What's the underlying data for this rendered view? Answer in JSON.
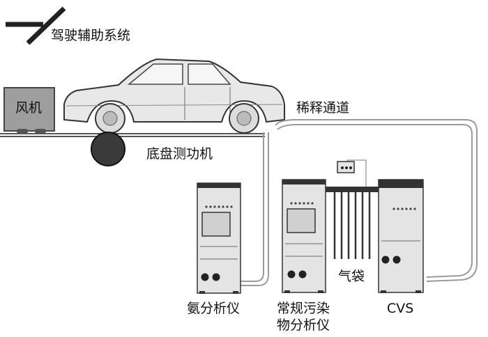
{
  "labels": {
    "driver_assist": "驾驶辅助系统",
    "fan": "风机",
    "dilution_tunnel": "稀释通道",
    "chassis_dyno": "底盘测功机",
    "ammonia_analyzer": "氨分析仪",
    "regular_analyzer_line1": "常规污染",
    "regular_analyzer_line2": "物分析仪",
    "gas_bags": "气袋",
    "cvs": "CVS"
  },
  "colors": {
    "panel_fill": "#e4e4e4",
    "outline": "#333333",
    "dark": "#222222",
    "tube": "#9a9a9a",
    "fan_fill": "#9e9e9e"
  }
}
